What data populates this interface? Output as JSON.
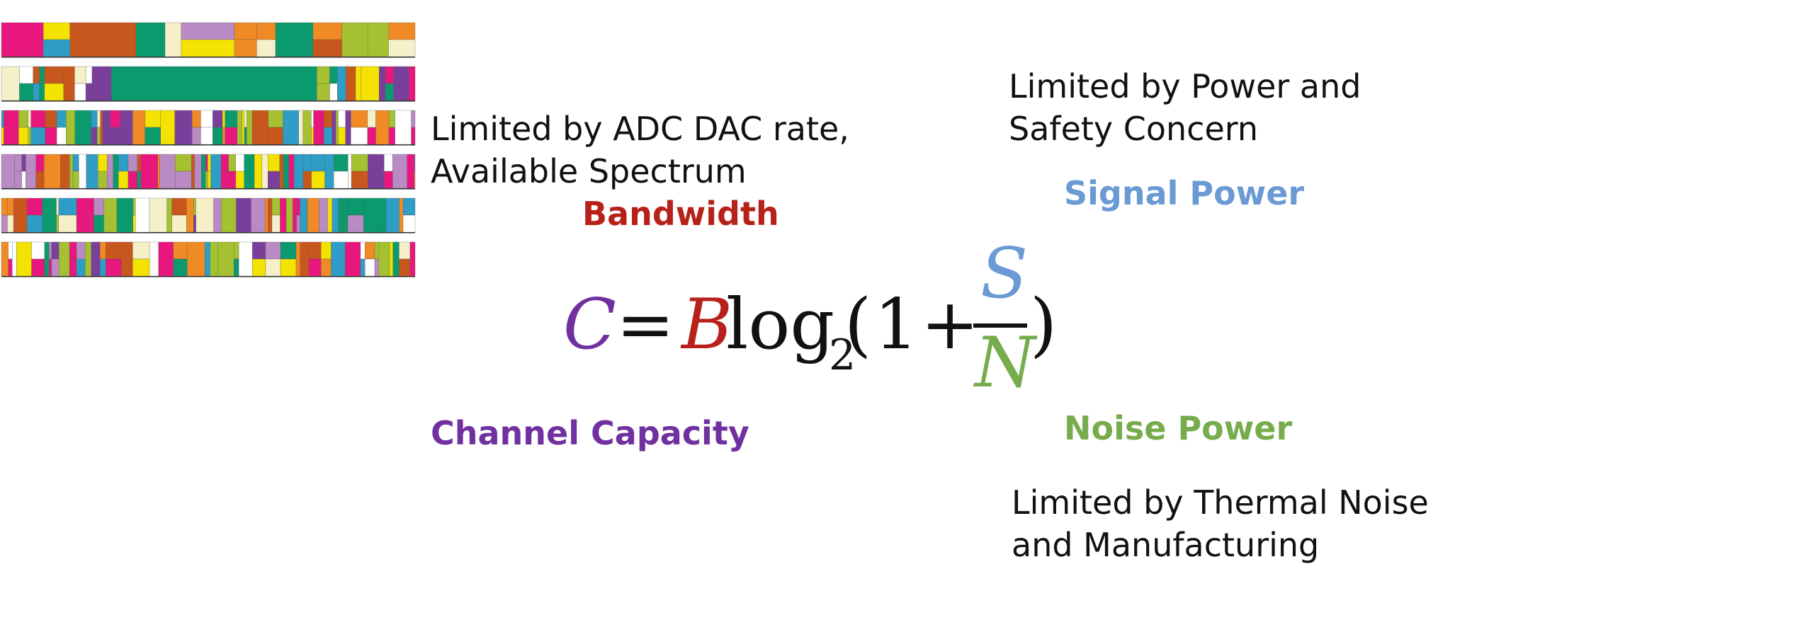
{
  "colors": {
    "capacity": "#7030a0",
    "bandwidth": "#b8211a",
    "signal": "#6a9ad4",
    "noise": "#76ac4c",
    "text": "#111111"
  },
  "annotations": {
    "bandwidth_note_line1": "Limited by ADC DAC rate,",
    "bandwidth_note_line2": "Available Spectrum",
    "signal_note_line1": "Limited by Power and",
    "signal_note_line2": "Safety Concern",
    "noise_note_line1": "Limited by Thermal Noise",
    "noise_note_line2": "and Manufacturing"
  },
  "labels": {
    "bandwidth": "Bandwidth",
    "signal_power": "Signal Power",
    "noise_power": "Noise Power",
    "channel_capacity": "Channel Capacity"
  },
  "formula": {
    "capacity_symbol": "C",
    "equals": "=",
    "bandwidth_symbol": "B",
    "log": "log",
    "log_base": "2",
    "open_paren": "(",
    "one": "1",
    "plus": "+",
    "signal_symbol": "S",
    "noise_symbol": "N",
    "close_paren": ")"
  },
  "spectrum_chart": {
    "rows": 6,
    "palette": [
      "#2e9ec6",
      "#e8177d",
      "#f5f0c8",
      "#a5c132",
      "#c8571e",
      "#f4e300",
      "#ba8ac4",
      "#0a9a6e",
      "#ffffff",
      "#7a3f9a",
      "#f08a24"
    ]
  }
}
